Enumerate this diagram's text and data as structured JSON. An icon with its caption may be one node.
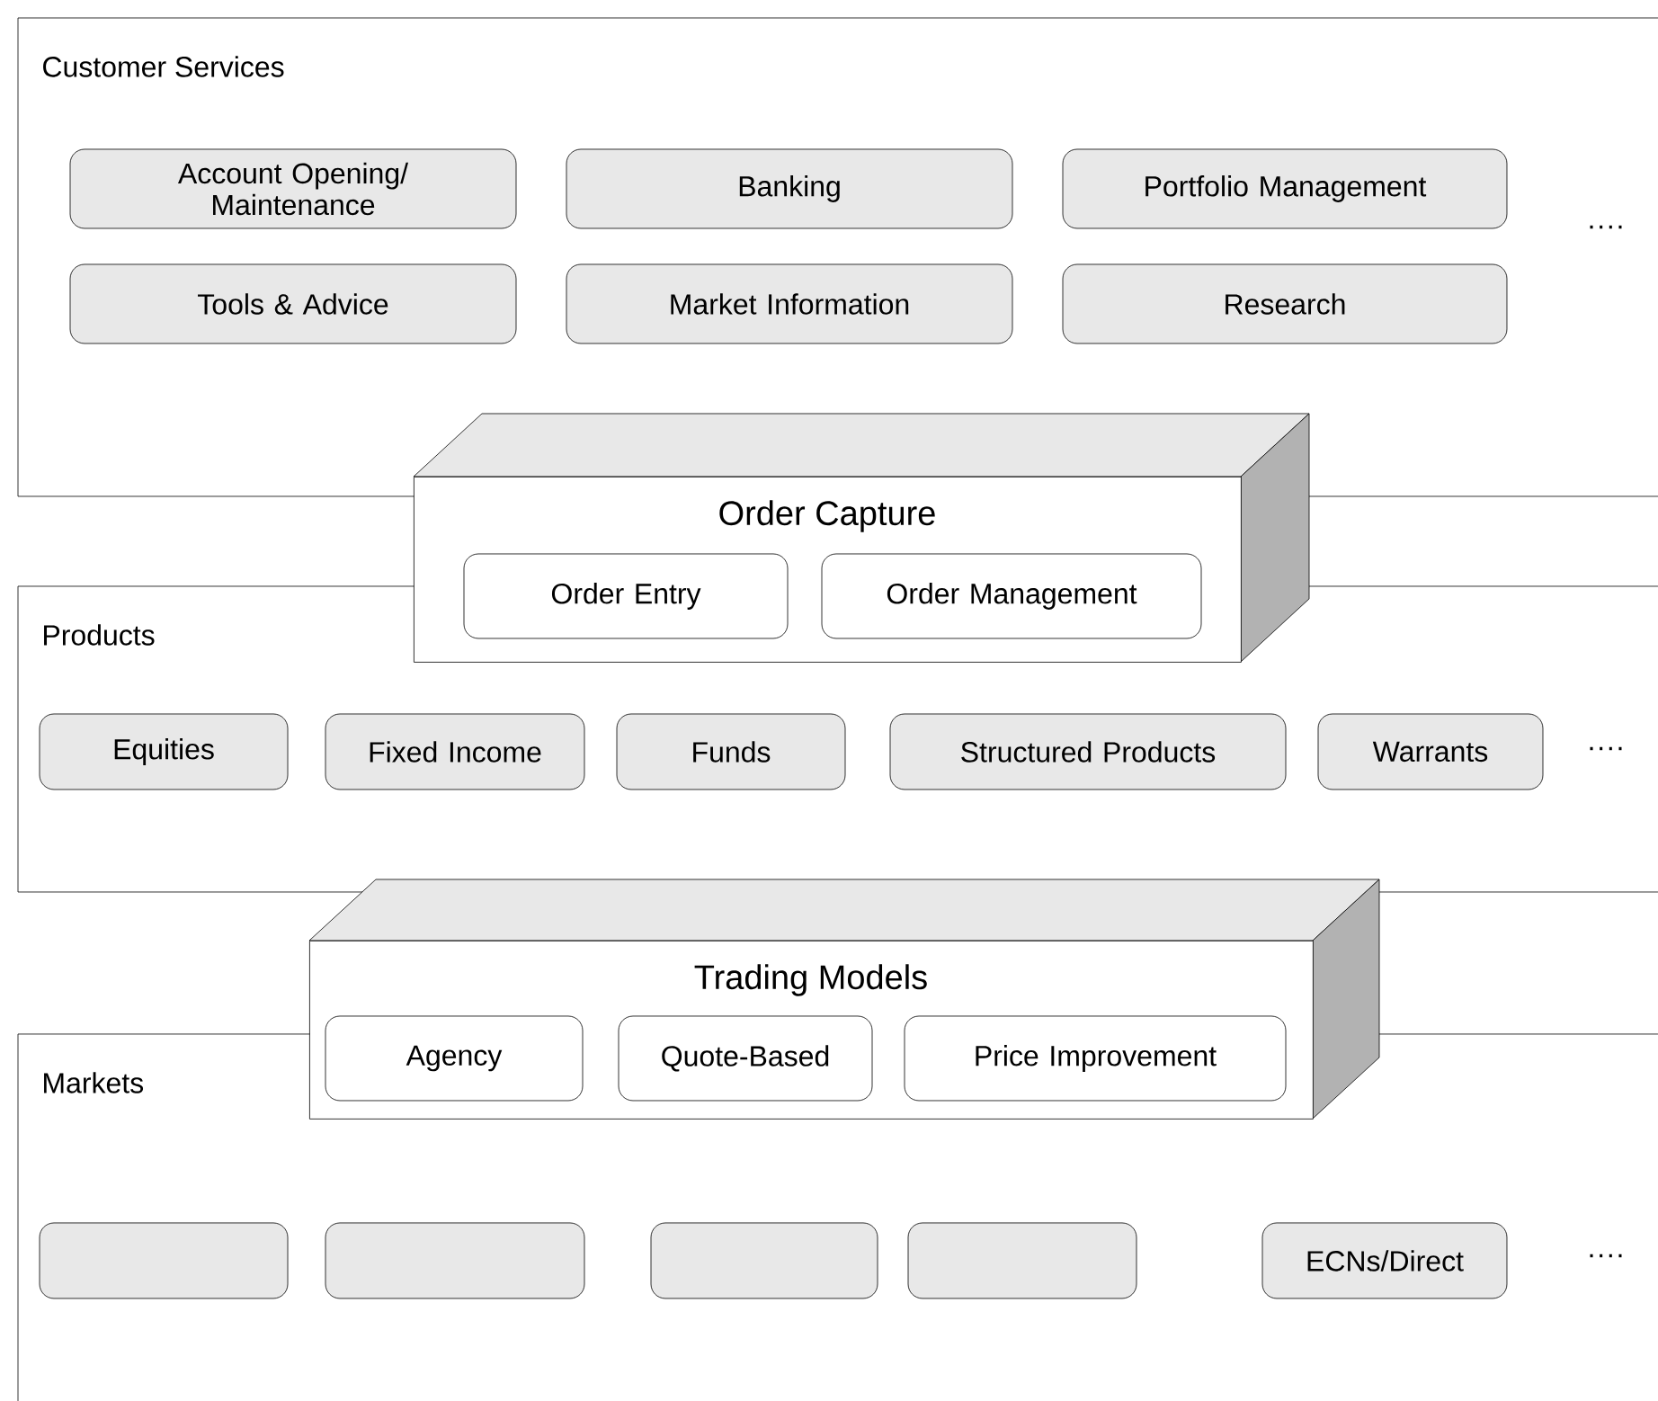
{
  "diagram": {
    "nodes": [
      {
        "text": [
          "Customer Services"
        ]
      },
      {
        "text": [
          "Account Opening/ Maintenance"
        ],
        "in": 0
      },
      {
        "text": [
          "Banking"
        ],
        "in": 0
      },
      {
        "text": [
          "Portfolio Management"
        ],
        "in": 0
      },
      {
        "text": [
          "Tools & Advice"
        ],
        "in": 0
      },
      {
        "text": [
          "Market Information"
        ],
        "in": 0
      },
      {
        "text": [
          "Research"
        ],
        "in": 0
      },
      {
        "text": [
          "Order Capture"
        ]
      },
      {
        "text": [
          "Order Entry"
        ],
        "in": 7
      },
      {
        "text": [
          "Order Management"
        ],
        "in": 7
      },
      {
        "text": [
          "Products"
        ]
      },
      {
        "text": [
          "Equities"
        ],
        "in": 10
      },
      {
        "text": [
          "Fixed Income"
        ],
        "in": 10
      },
      {
        "text": [
          "Funds"
        ],
        "in": 10
      },
      {
        "text": [
          "Structured Products"
        ],
        "in": 10
      },
      {
        "text": [
          "Warrants"
        ],
        "in": 10
      },
      {
        "text": [
          "Trading Models"
        ]
      },
      {
        "text": [
          "Agency"
        ],
        "in": 16
      },
      {
        "text": [
          "Quote-Based"
        ],
        "in": 16
      },
      {
        "text": [
          "Price Improvement"
        ],
        "in": 16
      },
      {
        "text": [
          "Markets"
        ]
      },
      {
        "text": [],
        "shape": "box",
        "in": 20
      },
      {
        "text": [],
        "shape": "box",
        "in": 20
      },
      {
        "text": [],
        "shape": "box",
        "in": 20
      },
      {
        "text": [],
        "shape": "box",
        "in": 20
      },
      {
        "text": [
          "ECNs/Direct"
        ],
        "in": 20
      }
    ],
    "labels": [
      "····",
      "····",
      "····"
    ]
  }
}
